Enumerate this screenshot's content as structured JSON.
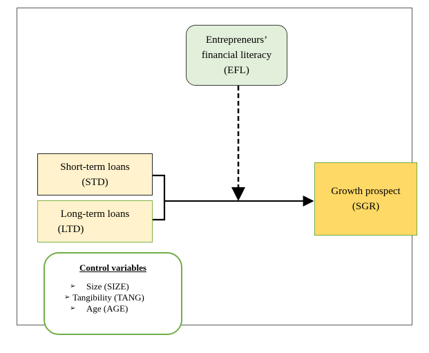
{
  "boxes": {
    "efl": {
      "line1": "Entrepreneurs’",
      "line2": "financial literacy",
      "line3": "(EFL)"
    },
    "std": {
      "line1": "Short-term loans",
      "line2": "(STD)"
    },
    "ltd": {
      "line1": "Long-term loans",
      "line2": "(LTD)"
    },
    "sgr": {
      "line1": "Growth prospect",
      "line2": "(SGR)"
    }
  },
  "control": {
    "title": "Control variables",
    "items": [
      "Size (SIZE)",
      "Tangibility (TANG)",
      "Age (AGE)"
    ],
    "bullet_glyph": "➢"
  },
  "colors": {
    "efl_fill": "#e2efda",
    "loan_fill": "#fff2cc",
    "sgr_fill": "#ffd966",
    "green_border": "#70ad47"
  }
}
